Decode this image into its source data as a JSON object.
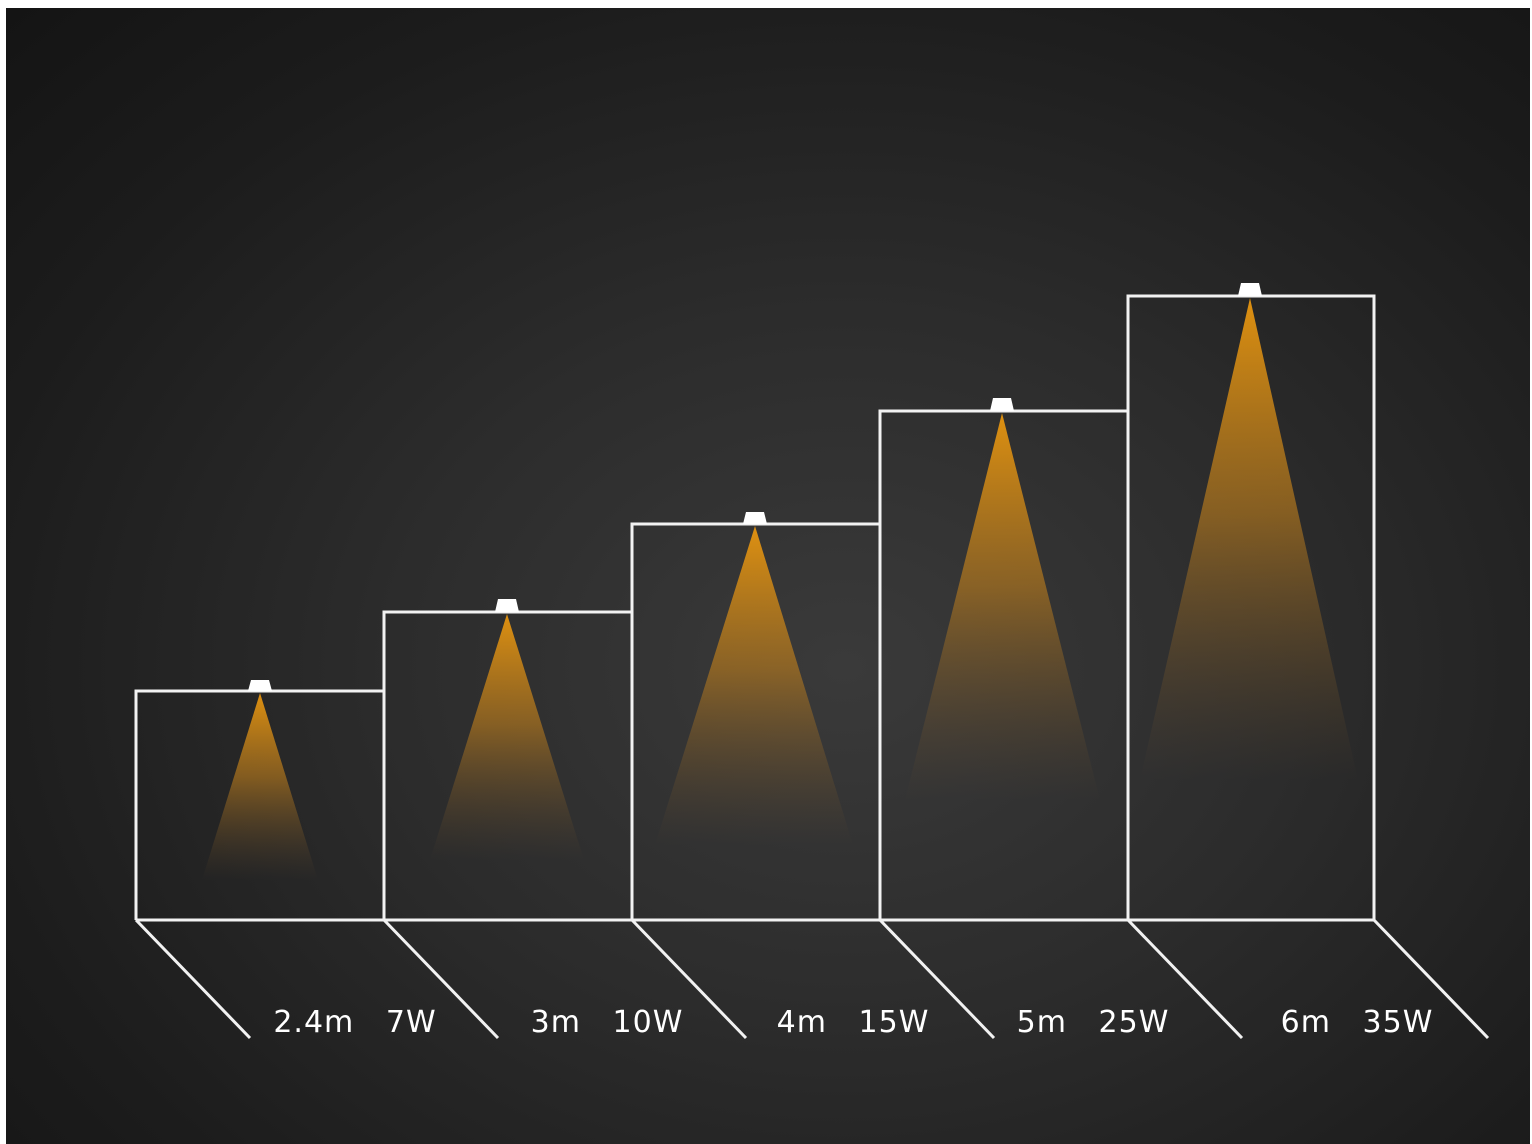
{
  "colors": {
    "background": "#262626",
    "outline": "#f2f2f2",
    "beam": "#e8960f",
    "fixture": "#ffffff"
  },
  "fixtures": [
    {
      "label": "2.4m   7W"
    },
    {
      "label": "3m   10W"
    },
    {
      "label": "4m   15W"
    },
    {
      "label": "5m   25W"
    },
    {
      "label": "6m   35W"
    }
  ]
}
